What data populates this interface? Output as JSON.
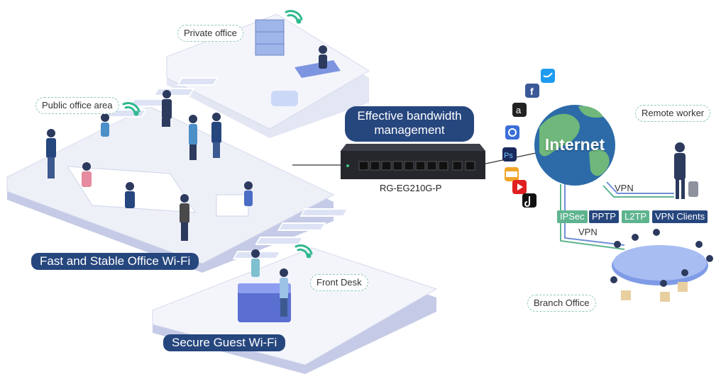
{
  "labels": {
    "private_office": "Private office",
    "public_office_area": "Public office area",
    "front_desk": "Front Desk",
    "remote_worker": "Remote worker",
    "branch_office": "Branch Office"
  },
  "banners": {
    "bandwidth_line1": "Effective bandwidth",
    "bandwidth_line2": "management",
    "office_wifi": "Fast and Stable Office Wi-Fi",
    "guest_wifi": "Secure Guest Wi-Fi"
  },
  "device": {
    "model": "RG-EG210G-P"
  },
  "internet": {
    "label": "Internet",
    "vpn_remote": "VPN",
    "vpn_branch": "VPN"
  },
  "protocols": [
    {
      "name": "IPSec",
      "color": "#5eb48f"
    },
    {
      "name": "PPTP",
      "color": "#26467e"
    },
    {
      "name": "L2TP",
      "color": "#5eb48f"
    },
    {
      "name": "VPN Clients",
      "color": "#26467e"
    }
  ],
  "app_icons": [
    "twitter-icon",
    "facebook-icon",
    "amazon-icon",
    "outlook-icon",
    "photoshop-icon",
    "sap-icon",
    "youtube-icon",
    "tiktok-icon"
  ],
  "colors": {
    "navy": "#26467e",
    "teal": "#5eb48f",
    "floor": "#eef0f8",
    "floor_edge": "#c5cbe6"
  }
}
